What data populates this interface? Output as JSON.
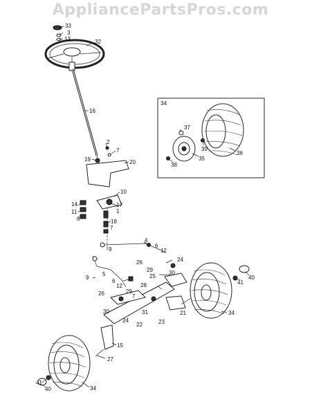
{
  "watermark": "AppliancePartsPros.com",
  "callouts": {
    "c33": "33",
    "c3": "3",
    "c13": "13",
    "c32": "32",
    "c16": "16",
    "c2": "2",
    "c7a": "7",
    "c19": "19",
    "c20": "20",
    "c10": "10",
    "c14": "14",
    "c11": "11",
    "c8": "8",
    "c17": "17",
    "c1": "1",
    "c18": "18",
    "c7b": "7",
    "c9a": "9",
    "c4": "4",
    "c6a": "6",
    "c12a": "12",
    "c26a": "26",
    "c29a": "29",
    "c24a": "24",
    "c25": "25",
    "c30a": "30",
    "c9b": "9",
    "c5": "5",
    "c6b": "6",
    "c12b": "12",
    "c28": "28",
    "c26b": "26",
    "c29b": "29",
    "c7c": "7",
    "c30b": "30",
    "c31": "31",
    "c24b": "24",
    "c22": "22",
    "c23": "23",
    "c21": "21",
    "c34a": "34",
    "c41a": "41",
    "c40a": "40",
    "c15": "15",
    "c27": "27",
    "c34b": "34",
    "c41b": "41",
    "c40b": "40",
    "inset34": "34",
    "c37": "37",
    "c39": "39",
    "c36": "36",
    "c35": "35",
    "c38": "38"
  }
}
